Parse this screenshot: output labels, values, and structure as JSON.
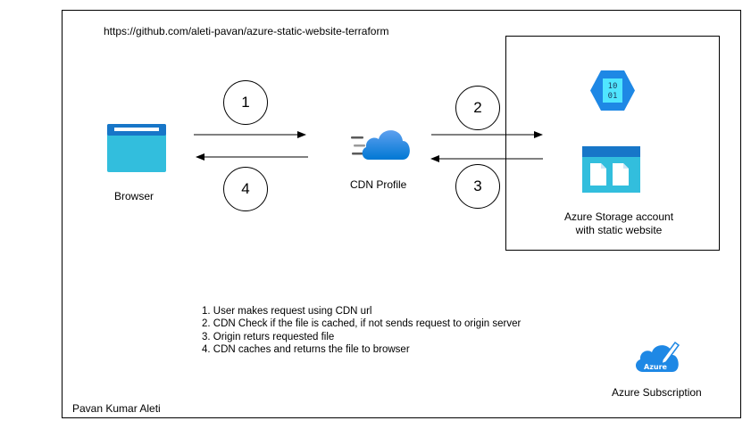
{
  "url": "https://github.com/aleti-pavan/azure-static-website-terraform",
  "browser": {
    "label": "Browser",
    "icon": "browser-window-icon"
  },
  "cdn": {
    "label": "CDN Profile",
    "icon": "cdn-cloud-icon"
  },
  "storage": {
    "label": "Azure Storage account with static website",
    "icons": [
      "blob-storage-icon",
      "storage-account-icon"
    ]
  },
  "steps": {
    "circles": [
      "1",
      "2",
      "3",
      "4"
    ],
    "items": [
      "1. User makes request using CDN url",
      "2. CDN Check if the file is cached, if not sends request to origin server",
      "3. Origin returs requested file",
      "4. CDN caches and returns the file to browser"
    ]
  },
  "subscription": {
    "label": "Azure Subscription",
    "icon_text": "Azure"
  },
  "author": "Pavan Kumar Aleti",
  "colors": {
    "azure_blue": "#0078d4",
    "light_blue": "#50e6ff",
    "cloud_blue": "#1e88e5"
  }
}
